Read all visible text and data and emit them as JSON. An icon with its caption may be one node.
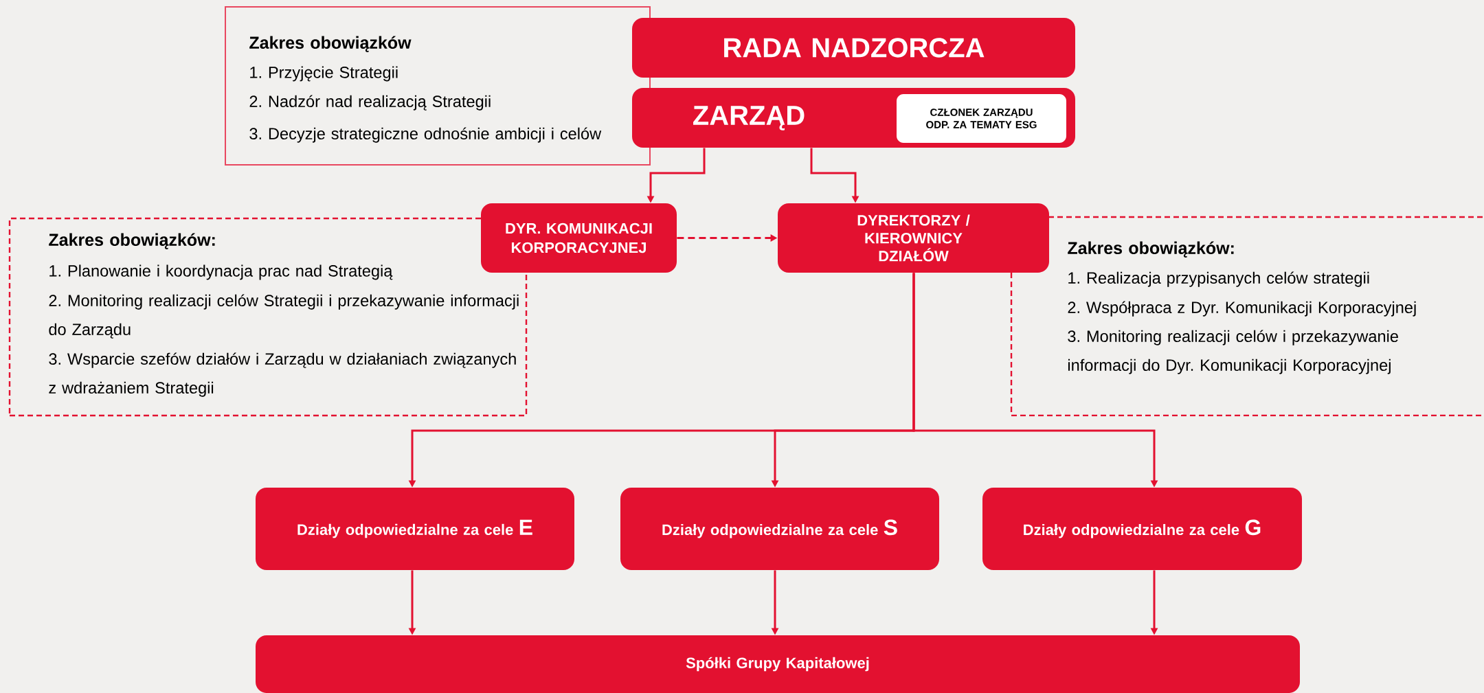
{
  "diagram": {
    "nodes": [
      {
        "text": [
          "Zakres obowiązków",
          "1. Przyjęcie Strategii",
          "2. Nadzór nad realizacją Strategii",
          "3. Decyzje strategiczne odnośnie ambicji i celów"
        ]
      },
      {
        "text": [
          "RADA NADZORCZA"
        ]
      },
      {
        "text": [
          "ZARZĄD"
        ]
      },
      {
        "text": [
          "CZŁONEK ZARZĄDU ODP. ZA TEMATY ESG"
        ],
        "in": 2
      },
      {
        "text": [
          "Zakres obowiązków:",
          "1. Planowanie i koordynacja prac nad Strategią",
          "2. Monitoring realizacji celów Strategii i przekazywanie informacji do Zarządu",
          "3. Wsparcie szefów działów i Zarządu w działaniach związanych z wdrażaniem Strategii"
        ]
      },
      {
        "text": [
          "DYR. KOMUNIKACJI KORPORACYJNEJ"
        ]
      },
      {
        "text": [
          "DYREKTORZY / KIEROWNICY DZIAŁÓW"
        ]
      },
      {
        "text": [
          "Zakres obowiązków:",
          "1. Realizacja przypisanych celów strategii",
          "2. Współpraca z Dyr. Komunikacji Korporacyjnej",
          "3. Monitoring realizacji celów i przekazywanie informacji do Dyr. Komunikacji Korporacyjnej"
        ]
      },
      {
        "text": [
          "Działy odpowiedzialne za cele",
          "E"
        ]
      },
      {
        "text": [
          "Działy odpowiedzialne za cele",
          "S"
        ]
      },
      {
        "text": [
          "Działy odpowiedzialne za cele",
          "G"
        ]
      },
      {
        "text": [
          "Spółki Grupy Kapitałowej"
        ]
      }
    ],
    "edges": [
      {
        "from": 2,
        "to": 5,
        "arrow": "to"
      },
      {
        "from": 2,
        "to": 6,
        "arrow": "to"
      },
      {
        "from": 5,
        "to": 6,
        "arrow": "to",
        "style": "dashed"
      },
      {
        "from": 6,
        "to": 8,
        "arrow": "to"
      },
      {
        "from": 6,
        "to": 9,
        "arrow": "to"
      },
      {
        "from": 6,
        "to": 10,
        "arrow": "to"
      },
      {
        "from": 8,
        "to": 11,
        "arrow": "to"
      },
      {
        "from": 9,
        "to": 11,
        "arrow": "to"
      },
      {
        "from": 10,
        "to": 11,
        "arrow": "to"
      }
    ]
  }
}
